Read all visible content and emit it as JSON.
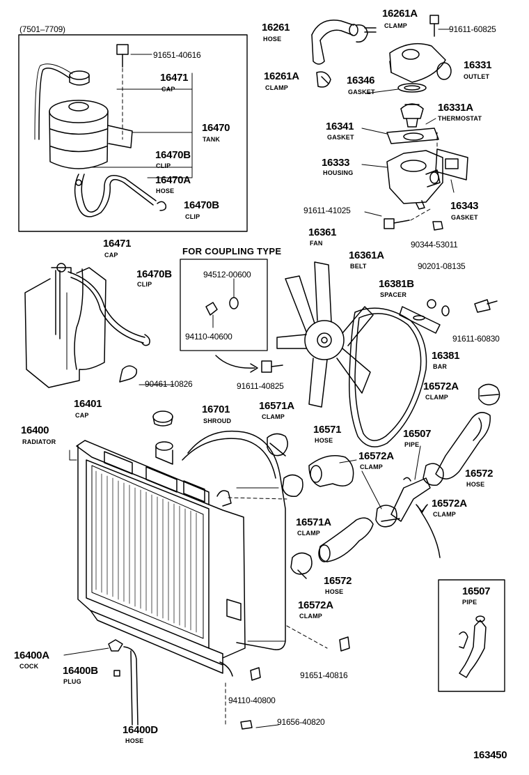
{
  "header": {
    "date_range": "(7501–7709)"
  },
  "coupling_box": {
    "title": "FOR COUPLING TYPE"
  },
  "figure_number": "163450",
  "callouts": [
    {
      "id": "c1",
      "part": "16261",
      "name": "HOSE"
    },
    {
      "id": "c2",
      "part": "16261A",
      "name": "CLAMP"
    },
    {
      "id": "c3",
      "part": "91611-60825",
      "name": ""
    },
    {
      "id": "c4",
      "part": "16331",
      "name": "OUTLET"
    },
    {
      "id": "c5",
      "part": "16261A",
      "name": "CLAMP"
    },
    {
      "id": "c6",
      "part": "16346",
      "name": "GASKET"
    },
    {
      "id": "c7",
      "part": "16331A",
      "name": "THERMOSTAT"
    },
    {
      "id": "c8",
      "part": "16341",
      "name": "GASKET"
    },
    {
      "id": "c9",
      "part": "16333",
      "name": "HOUSING"
    },
    {
      "id": "c10",
      "part": "91611-41025",
      "name": ""
    },
    {
      "id": "c11",
      "part": "16343",
      "name": "GASKET"
    },
    {
      "id": "c12",
      "part": "90344-53011",
      "name": ""
    },
    {
      "id": "c13",
      "part": "91651-40616",
      "name": ""
    },
    {
      "id": "c14",
      "part": "16471",
      "name": "CAP"
    },
    {
      "id": "c15",
      "part": "16470",
      "name": "TANK"
    },
    {
      "id": "c16",
      "part": "16470B",
      "name": "CLIP"
    },
    {
      "id": "c17",
      "part": "16470A",
      "name": "HOSE"
    },
    {
      "id": "c18",
      "part": "16470B",
      "name": "CLIP"
    },
    {
      "id": "c19",
      "part": "16471",
      "name": "CAP"
    },
    {
      "id": "c20",
      "part": "16470B",
      "name": "CLIP"
    },
    {
      "id": "c21",
      "part": "94512-00600",
      "name": ""
    },
    {
      "id": "c22",
      "part": "94110-40600",
      "name": ""
    },
    {
      "id": "c23",
      "part": "90461-10826",
      "name": ""
    },
    {
      "id": "c24",
      "part": "91611-40825",
      "name": ""
    },
    {
      "id": "c25",
      "part": "16361",
      "name": "FAN"
    },
    {
      "id": "c26",
      "part": "16361A",
      "name": "BELT"
    },
    {
      "id": "c27",
      "part": "90201-08135",
      "name": ""
    },
    {
      "id": "c28",
      "part": "16381B",
      "name": "SPACER"
    },
    {
      "id": "c29",
      "part": "91611-60830",
      "name": ""
    },
    {
      "id": "c30",
      "part": "16381",
      "name": "BAR"
    },
    {
      "id": "c31",
      "part": "16572A",
      "name": "CLAMP"
    },
    {
      "id": "c32",
      "part": "16401",
      "name": "CAP"
    },
    {
      "id": "c33",
      "part": "16701",
      "name": "SHROUD"
    },
    {
      "id": "c34",
      "part": "16571A",
      "name": "CLAMP"
    },
    {
      "id": "c35",
      "part": "16400",
      "name": "RADIATOR"
    },
    {
      "id": "c36",
      "part": "16571",
      "name": "HOSE"
    },
    {
      "id": "c37",
      "part": "16507",
      "name": "PIPE"
    },
    {
      "id": "c38",
      "part": "16572A",
      "name": "CLAMP"
    },
    {
      "id": "c39",
      "part": "16572",
      "name": "HOSE"
    },
    {
      "id": "c40",
      "part": "16572A",
      "name": "CLAMP"
    },
    {
      "id": "c41",
      "part": "16571A",
      "name": "CLAMP"
    },
    {
      "id": "c42",
      "part": "16572",
      "name": "HOSE"
    },
    {
      "id": "c43",
      "part": "16572A",
      "name": "CLAMP"
    },
    {
      "id": "c44",
      "part": "16507",
      "name": "PIPE"
    },
    {
      "id": "c45",
      "part": "16400A",
      "name": "COCK"
    },
    {
      "id": "c46",
      "part": "16400B",
      "name": "PLUG"
    },
    {
      "id": "c47",
      "part": "91651-40816",
      "name": ""
    },
    {
      "id": "c48",
      "part": "94110-40800",
      "name": ""
    },
    {
      "id": "c49",
      "part": "91656-40820",
      "name": ""
    },
    {
      "id": "c50",
      "part": "16400D",
      "name": "HOSE"
    }
  ]
}
